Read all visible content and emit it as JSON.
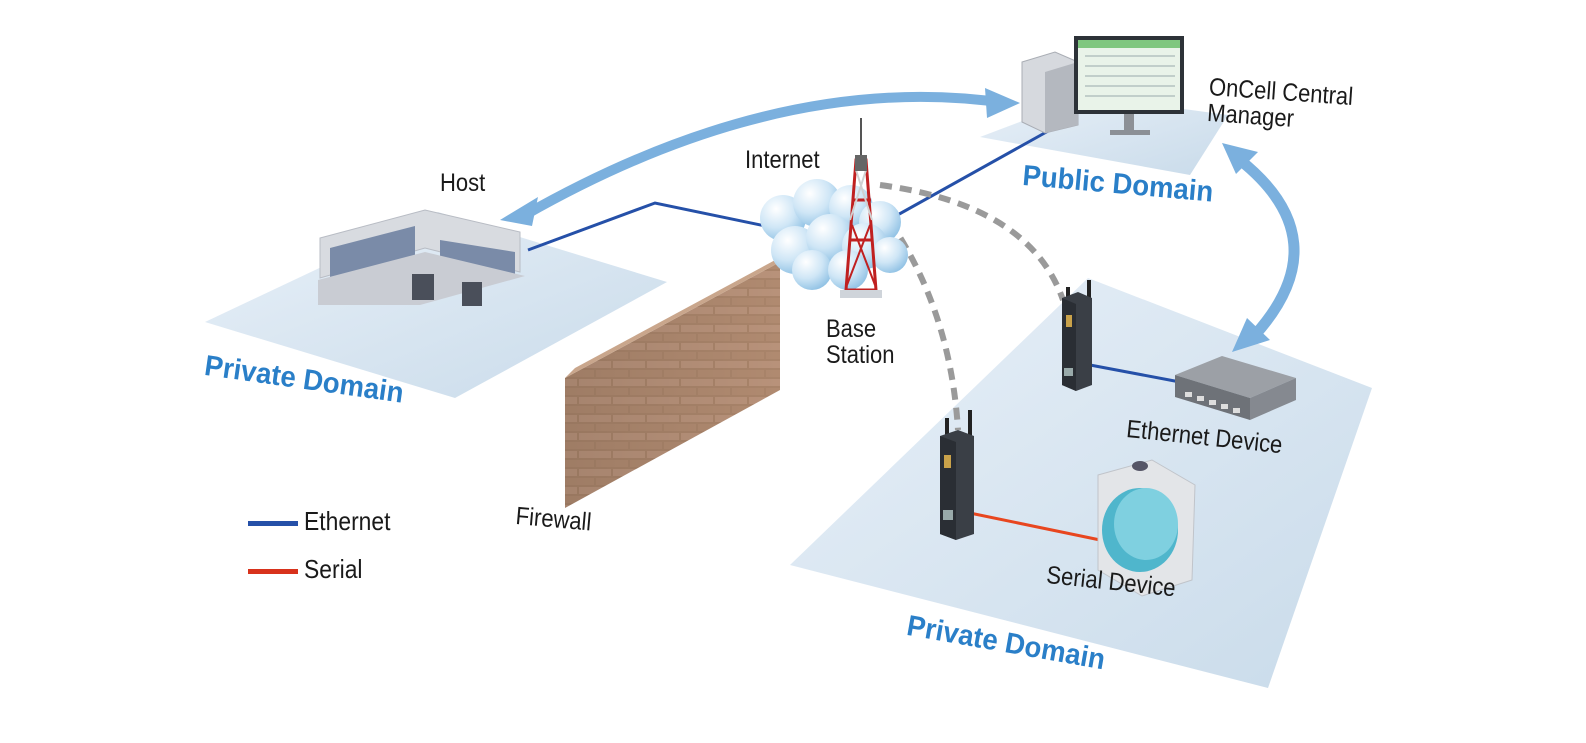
{
  "labels": {
    "host": "Host",
    "internet": "Internet",
    "base_station": "Base\nStation",
    "firewall": "Firewall",
    "central_manager": "OnCell Central\nManager",
    "ethernet_device": "Ethernet Device",
    "serial_device": "Serial Device"
  },
  "domains": {
    "private_left": "Private Domain",
    "public": "Public Domain",
    "private_right": "Private Domain"
  },
  "legend": [
    {
      "label": "Ethernet",
      "color": "#2550a8"
    },
    {
      "label": "Serial",
      "color": "#d8321c"
    }
  ],
  "colors": {
    "ethernet": "#2550a8",
    "serial": "#e8461f",
    "arrow": "#7bb0de",
    "platform": "#dbe8f3",
    "domain_text": "#2a7fc8",
    "wireless": "#9a9a9a"
  }
}
